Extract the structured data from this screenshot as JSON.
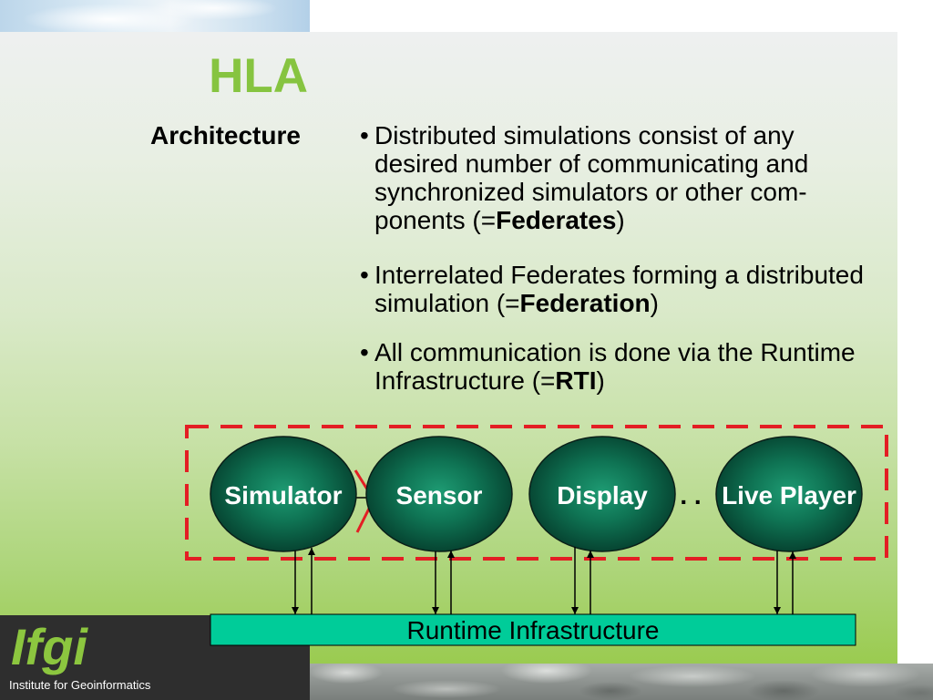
{
  "slide": {
    "title": "HLA",
    "side_heading": "Architecture",
    "bullet_char": "•",
    "bullets": [
      {
        "lines": [
          "Distributed simulations consist of any",
          "desired number of communicating and",
          "synchronized simulators or other com-"
        ],
        "last_line": {
          "before": "ponents (=",
          "bold": "Federates",
          "after": ")"
        }
      },
      {
        "lines": [
          "Interrelated Federates forming a distributed"
        ],
        "last_line": {
          "before": "simulation (=",
          "bold": "Federation",
          "after": ")"
        }
      },
      {
        "lines": [
          "All communication is done via the Runtime"
        ],
        "last_line": {
          "before": "Infrastructure (=",
          "bold": "RTI",
          "after": ")"
        }
      }
    ]
  },
  "diagram": {
    "federates": [
      {
        "label": "Simulator"
      },
      {
        "label": "Sensor"
      },
      {
        "label": "Display"
      },
      {
        "label": "Live Player"
      }
    ],
    "continuation_dots": ". .",
    "rti": {
      "label": "Runtime Infrastructure"
    }
  },
  "footer": {
    "logo_text": "Ifgi",
    "institute_name": "Institute for Geoinformatics"
  },
  "colors": {
    "title": "#86c440",
    "logo": "#8cc63f",
    "boundary": "#e31e24",
    "rti_fill": "#00cc99",
    "footer_bg": "#2e2e2e"
  }
}
